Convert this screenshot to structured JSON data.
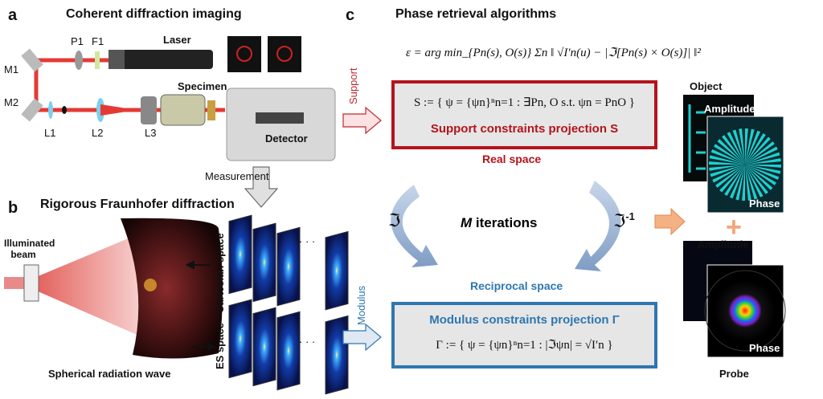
{
  "panel_a": {
    "letter": "a",
    "title": "Coherent diffraction imaging",
    "labels": {
      "laser": "Laser",
      "p1": "P1",
      "f1": "F1",
      "m1": "M1",
      "m2": "M2",
      "l1": "L1",
      "l2": "L2",
      "l3": "L3",
      "specimen": "Specimen",
      "detector": "Detector"
    },
    "measurement": "Measurement"
  },
  "panel_b": {
    "letter": "b",
    "title": "Rigorous Fraunhofer diffraction",
    "illuminated_beam": "Illuminated beam",
    "spherical_wave": "Spherical radiation wave",
    "cartesian_space": "Cartesian space",
    "es_space": "ES space",
    "ellipsis": "· · ·"
  },
  "panel_c": {
    "letter": "c",
    "title": "Phase retrieval algorithms",
    "objective": "ε = arg min_{Pn(s), O(s)} Σn ‖ √I′n(u) − |ℑ[Pn(s) × O(s)]| ‖²",
    "support_arrow": "Support",
    "support_formula": "S := { ψ = {ψn}ⁿn=1 : ∃Pn, O  s.t. ψn = PnO }",
    "support_title": "Support constraints projection S",
    "real_space": "Real space",
    "fourier": "ℑ",
    "inverse_fourier": "ℑ",
    "inverse_sup": "-1",
    "iterations_m": "M",
    "iterations": " iterations",
    "reciprocal_space": "Reciprocal space",
    "modulus_arrow": "Modulus",
    "modulus_title": "Modulus constraints projection Γ",
    "modulus_formula": "Γ := { ψ = {ψn}ⁿn=1 : |ℑψn| = √I′n }"
  },
  "results": {
    "object": "Object",
    "amplitude": "Amplitude",
    "phase": "Phase",
    "probe": "Probe",
    "plus": "+"
  },
  "colors": {
    "support_red": "#b3141c",
    "modulus_blue": "#2e77b0",
    "beam_red": "#e33a35",
    "cyan": "#1fd0d0",
    "arrow_orange": "#f4b183"
  }
}
